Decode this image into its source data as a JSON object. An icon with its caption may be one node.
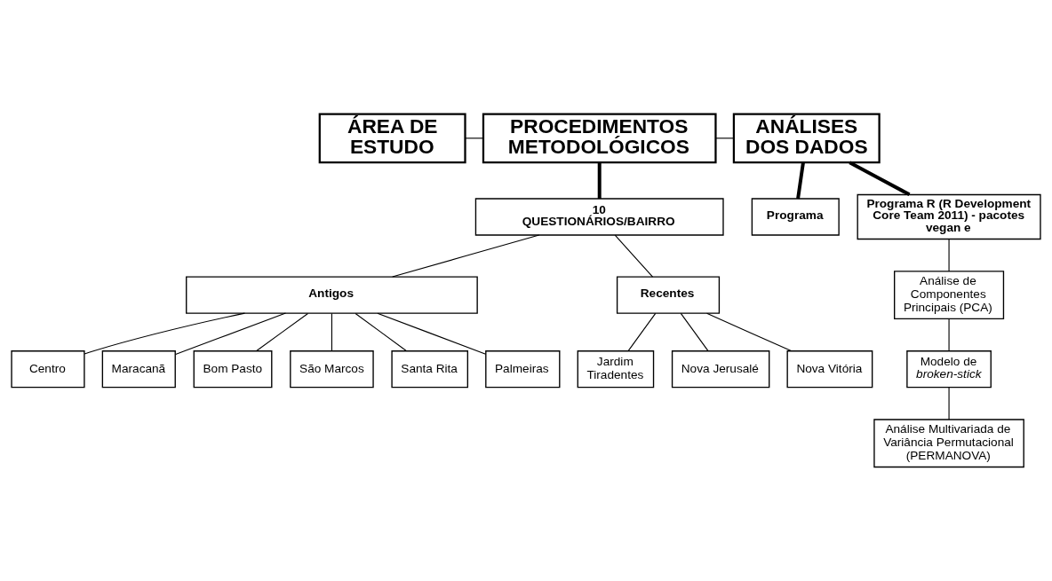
{
  "diagram": {
    "nodes": [
      {
        "text": [
          "ÁREA DE ESTUDO"
        ]
      },
      {
        "text": [
          "PROCEDIMENTOS METODOLÓGICOS"
        ]
      },
      {
        "text": [
          "ANÁLISES DOS DADOS"
        ]
      },
      {
        "text": [
          "10 QUESTIONÁRIOS/BAIRRO"
        ]
      },
      {
        "text": [
          "Programa"
        ]
      },
      {
        "text": [
          "Programa R (R Development Core Team 2011) - pacotes vegan e"
        ]
      },
      {
        "text": [
          "Antigos"
        ]
      },
      {
        "text": [
          "Recentes"
        ]
      },
      {
        "text": [
          "Análise de Componentes Principais (PCA)"
        ]
      },
      {
        "text": [
          "Centro"
        ]
      },
      {
        "text": [
          "Maracanã"
        ]
      },
      {
        "text": [
          "Jardim Tiradentes"
        ]
      },
      {
        "text": [
          "Nova Jerusalé"
        ]
      },
      {
        "text": [
          "Modelo de *broken-stick*"
        ]
      },
      {
        "text": [
          "Bom Pasto"
        ]
      },
      {
        "text": [
          "São Marcos"
        ]
      },
      {
        "text": [
          "Santa Rita"
        ]
      },
      {
        "text": [
          "Nova Vitória"
        ]
      },
      {
        "text": [
          "Palmeiras"
        ]
      },
      {
        "text": [
          "Análise Multivariada de Variância Permutacional (PERMANOVA)"
        ]
      }
    ],
    "edges": [
      {
        "from": 0,
        "to": 1,
        "arrow": "none"
      },
      {
        "from": 1,
        "to": 2,
        "arrow": "none"
      },
      {
        "from": 1,
        "to": 3,
        "arrow": "none",
        "style": "thick"
      },
      {
        "from": 2,
        "to": 4,
        "arrow": "none",
        "style": "thick"
      },
      {
        "from": 2,
        "to": 5,
        "arrow": "none",
        "style": "thick"
      },
      {
        "from": 3,
        "to": 6,
        "arrow": "none"
      },
      {
        "from": 3,
        "to": 7,
        "arrow": "none"
      },
      {
        "from": 6,
        "to": 9,
        "arrow": "none"
      },
      {
        "from": 6,
        "to": 14,
        "arrow": "none"
      },
      {
        "from": 6,
        "to": 10,
        "arrow": "none"
      },
      {
        "from": 6,
        "to": 15,
        "arrow": "none"
      },
      {
        "from": 6,
        "to": 18,
        "arrow": "none"
      },
      {
        "from": 6,
        "to": 16,
        "arrow": "none"
      },
      {
        "from": 7,
        "to": 11,
        "arrow": "none"
      },
      {
        "from": 7,
        "to": 17,
        "arrow": "none"
      },
      {
        "from": 7,
        "to": 12,
        "arrow": "none"
      },
      {
        "from": 5,
        "to": 8,
        "arrow": "none"
      },
      {
        "from": 8,
        "to": 13,
        "arrow": "none"
      },
      {
        "from": 13,
        "to": 19,
        "arrow": "none"
      }
    ]
  }
}
